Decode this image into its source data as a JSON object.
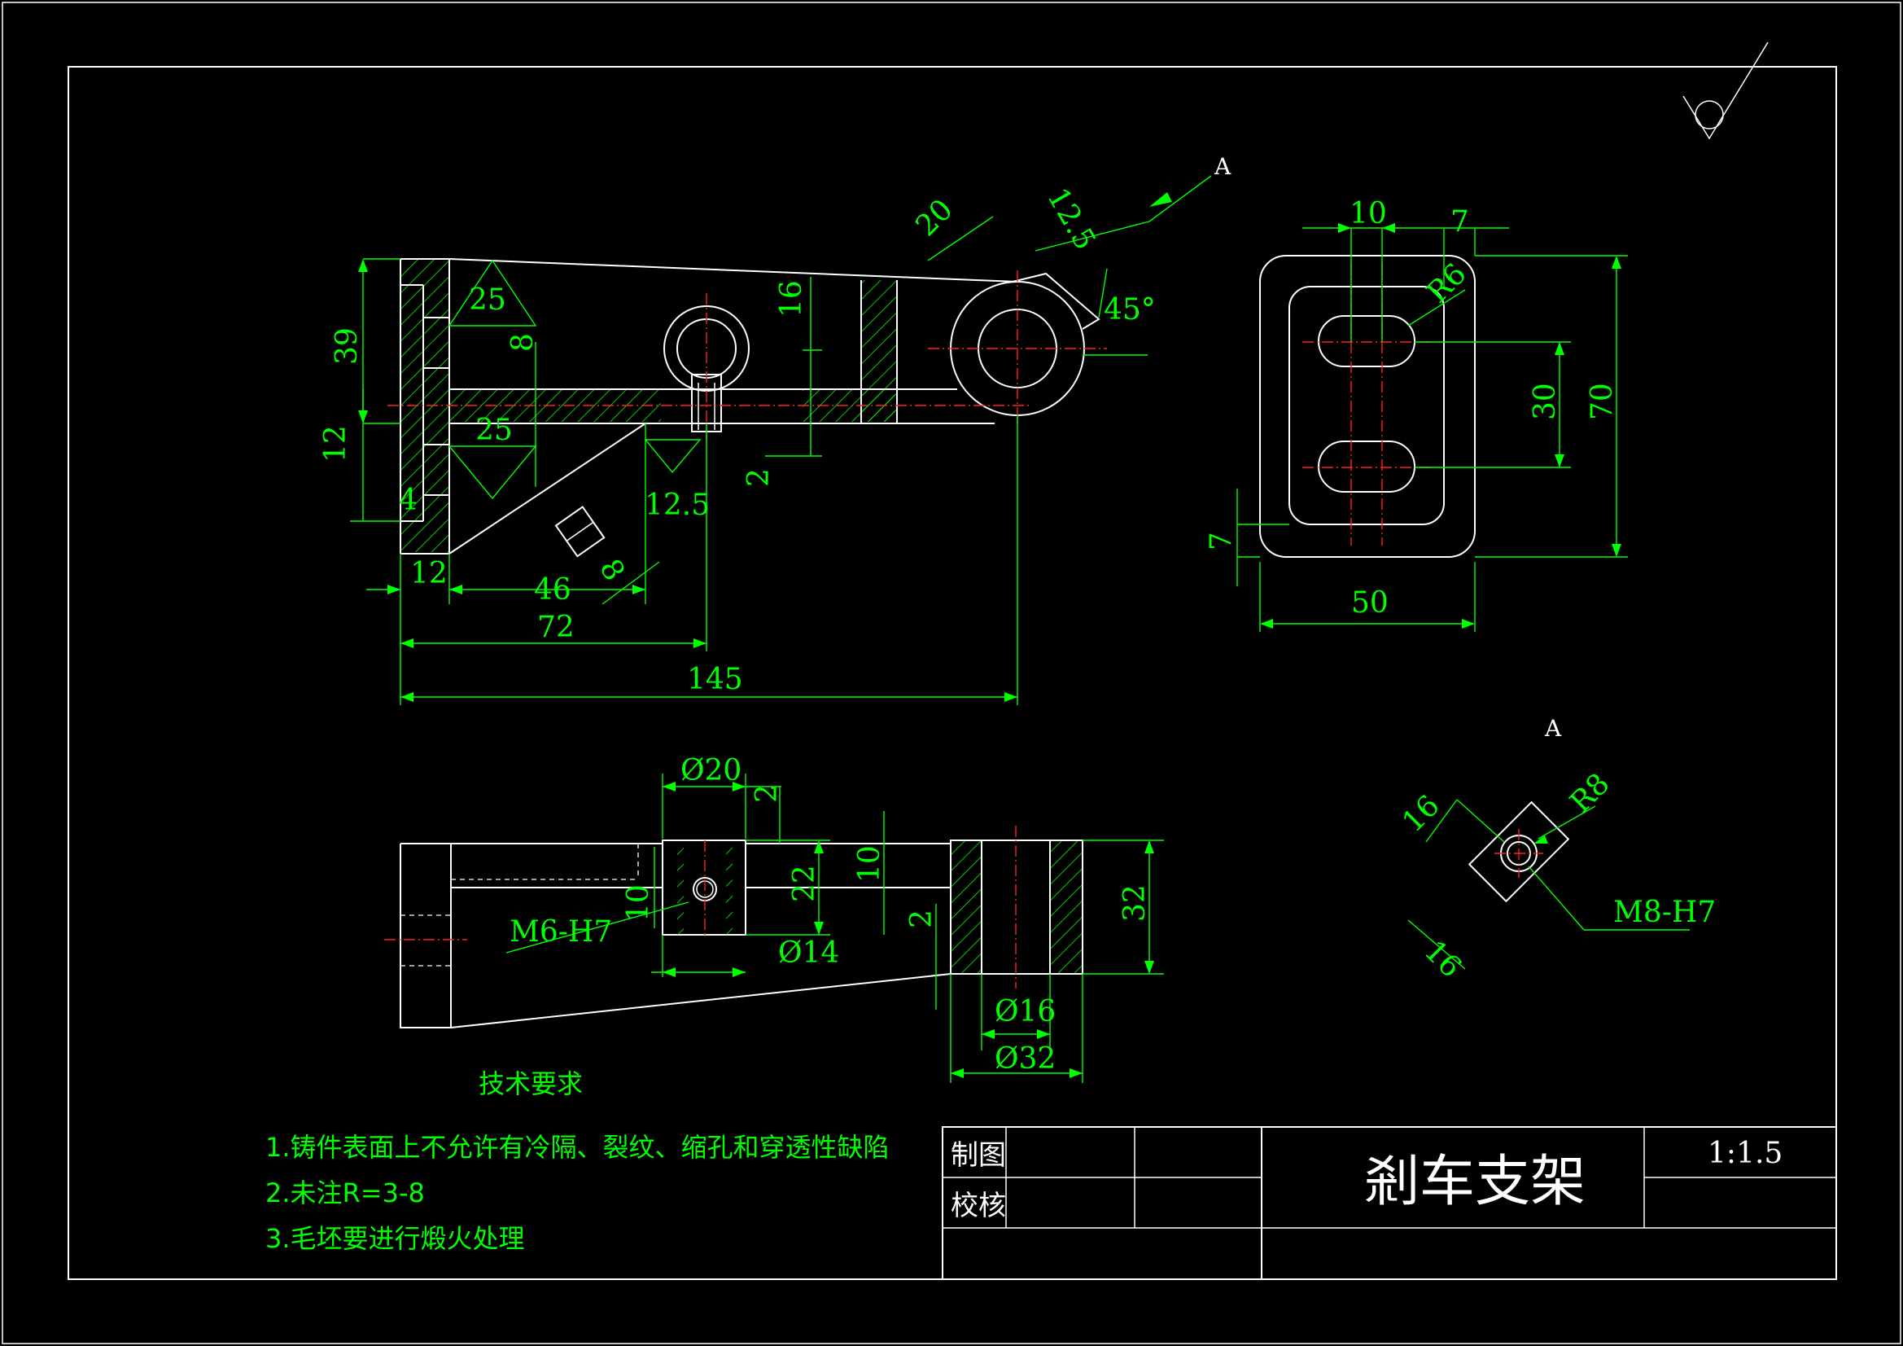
{
  "title_block": {
    "part_name": "剎车支架",
    "scale": "1:1.5",
    "drawn_label": "制图",
    "checked_label": "校核"
  },
  "technical_requirements": {
    "heading": "技术要求",
    "items": [
      "1.铸件表面上不允许有冷隔、裂纹、缩孔和穿透性缺陷",
      "2.未注R=3-8",
      "3.毛坯要进行煅火处理"
    ]
  },
  "view_labels": {
    "arrow_a": "A",
    "view_a": "A"
  },
  "front_view_dims": {
    "d20": "20",
    "d12_5_top": "12.5",
    "d45": "45°",
    "d16": "16",
    "d25_top": "25",
    "d8": "8",
    "d25_mid": "25",
    "d39": "39",
    "d12_left": "12",
    "d4": "4",
    "d12_bottom": "12",
    "d2": "2",
    "d12_5_bottom": "12.5",
    "d46": "46",
    "d72": "72",
    "d8_slot": "8",
    "d145": "145"
  },
  "side_view_dims": {
    "d10_top": "10",
    "d7_top": "7",
    "r6": "R6",
    "d30": "30",
    "d70": "70",
    "d7_left": "7",
    "d50": "50"
  },
  "top_view_dims": {
    "d_phi20": "Ø20",
    "d2_top": "2",
    "d22": "22",
    "d10_mid": "10",
    "m6": "M6-H7",
    "d10_left": "10",
    "d_phi14": "Ø14",
    "d2_right": "2",
    "d32": "32",
    "d_phi16": "Ø16",
    "d_phi32": "Ø32"
  },
  "detail_view_dims": {
    "d16_top": "16",
    "r8": "R8",
    "d16_bottom": "16",
    "m8": "M8-H7"
  },
  "colors": {
    "background": "#000000",
    "outline": "#ffffff",
    "dimension": "#00ff00",
    "centerline": "#ff2020"
  }
}
